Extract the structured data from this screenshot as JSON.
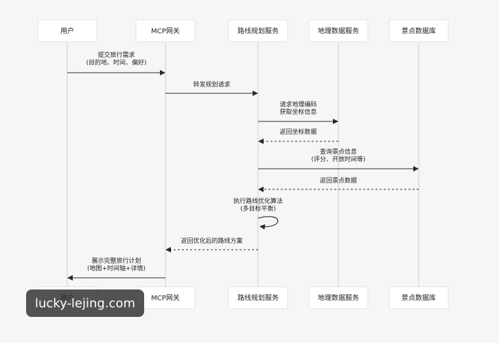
{
  "actors": [
    "用户",
    "MCP网关",
    "路线规划服务",
    "地理数据服务",
    "景点数据库"
  ],
  "messages": [
    {
      "from": 0,
      "to": 1,
      "style": "solid",
      "lines": [
        "提交旅行需求",
        "(目的地、时间、偏好)"
      ]
    },
    {
      "from": 1,
      "to": 2,
      "style": "solid",
      "lines": [
        "转发规划请求"
      ]
    },
    {
      "from": 2,
      "to": 3,
      "style": "solid",
      "lines": [
        "请求地理编码",
        "获取坐标信息"
      ]
    },
    {
      "from": 3,
      "to": 2,
      "style": "dashed",
      "lines": [
        "返回坐标数据"
      ]
    },
    {
      "from": 2,
      "to": 4,
      "style": "solid",
      "lines": [
        "查询景点信息",
        "(评分、开放时间等)"
      ]
    },
    {
      "from": 4,
      "to": 2,
      "style": "dashed",
      "lines": [
        "返回景点数据"
      ]
    },
    {
      "from": 2,
      "to": 2,
      "style": "self",
      "lines": [
        "执行路线优化算法",
        "(多目标平衡)"
      ]
    },
    {
      "from": 2,
      "to": 1,
      "style": "dashed",
      "lines": [
        "返回优化后的路线方案"
      ]
    },
    {
      "from": 1,
      "to": 0,
      "style": "solid",
      "lines": [
        "展示完整旅行计划",
        "(地图+时间轴+详情)"
      ]
    }
  ],
  "watermark": "lucky-lejing.com"
}
